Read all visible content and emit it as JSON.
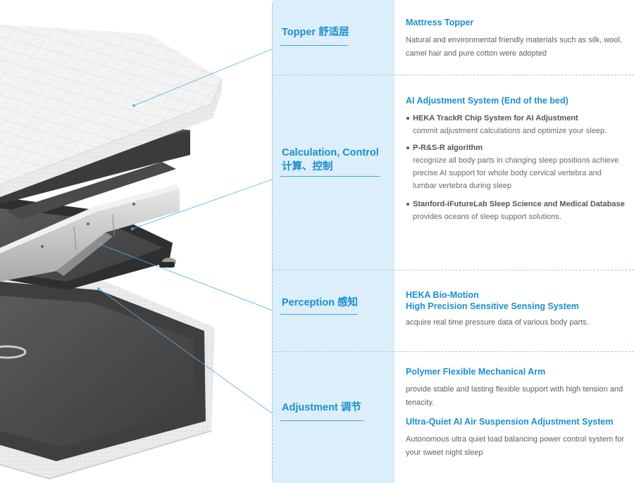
{
  "labels": {
    "topper": "Topper 舒适层",
    "calc_line1": "Calculation, Control",
    "calc_line2": "计算、控制",
    "perception": "Perception 感知",
    "adjustment": "Adjustment 调节"
  },
  "topper": {
    "heading": "Mattress Topper",
    "desc": "Natural and environmental friendly materials such as silk, wool, camel hair and pure cotton were adopted"
  },
  "ai_system": {
    "heading": "AI Adjustment System (End of the bed)",
    "items": [
      {
        "title": "HEKA TrackR Chip System for AI Adjustment",
        "desc": "commit adjustment calculations and optimize your sleep."
      },
      {
        "title": "P-R&S-R algorithm",
        "desc": "recognize all body parts in changing sleep positions achieve precise AI support for whole body cervical vertebra and lumbar vertebra during sleep"
      },
      {
        "title": "Stanford-iFutureLab Sleep Science and Medical Database",
        "desc": "provides oceans of sleep support solutions."
      }
    ]
  },
  "perception": {
    "heading_line1": "HEKA Bio-Motion",
    "heading_line2": "High Precision Sensitive Sensing System",
    "desc": "acquire real time pressure data of various body parts."
  },
  "adjustment": {
    "heading1": "Polymer Flexible Mechanical Arm",
    "desc1": "provide stable and lasting flexible support with high tension and tenacity.",
    "heading2": "Ultra-Quiet AI Air Suspension Adjustment System",
    "desc2": "Autonomous ultra quiet load balancing power control system for your sweet night sleep"
  },
  "colors": {
    "accent": "#1a8fd0",
    "label_panel": "#dbeef9",
    "body_text": "#606060"
  }
}
